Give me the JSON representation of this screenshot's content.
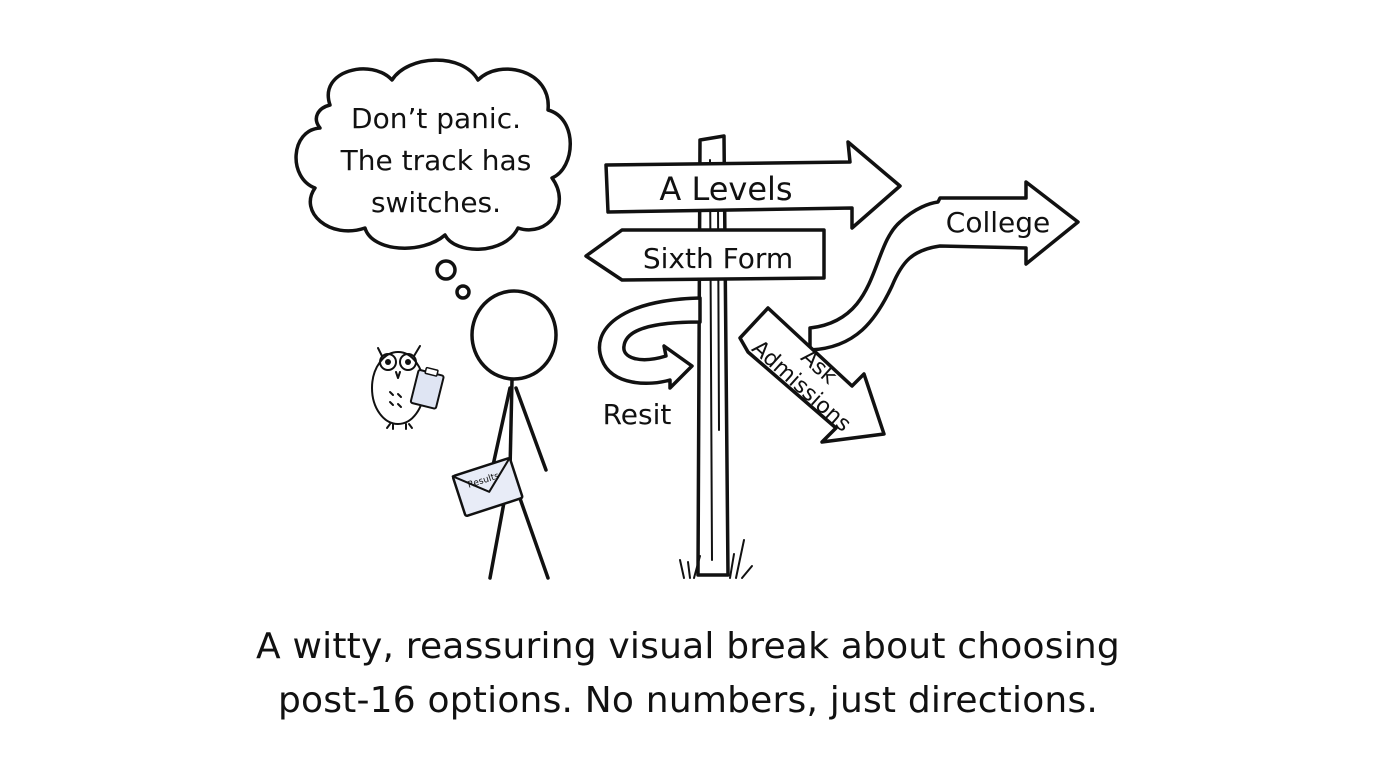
{
  "thought_bubble": {
    "lines": [
      "Don’t panic.",
      "The track has",
      "switches."
    ]
  },
  "signs": {
    "a_levels": "A Levels",
    "sixth_form": "Sixth Form",
    "college": "College",
    "ask_admissions_line1": "Ask",
    "ask_admissions_line2": "Admissions",
    "resit": "Resit"
  },
  "envelope": {
    "label": "Results"
  },
  "caption": {
    "line1": "A witty, reassuring visual break about choosing",
    "line2": "post-16 options. No numbers, just directions."
  },
  "colors": {
    "ink": "#111111",
    "paper": "#ffffff",
    "envelope_fill": "#e8ecf7",
    "clipboard_fill": "#dfe5f3"
  }
}
